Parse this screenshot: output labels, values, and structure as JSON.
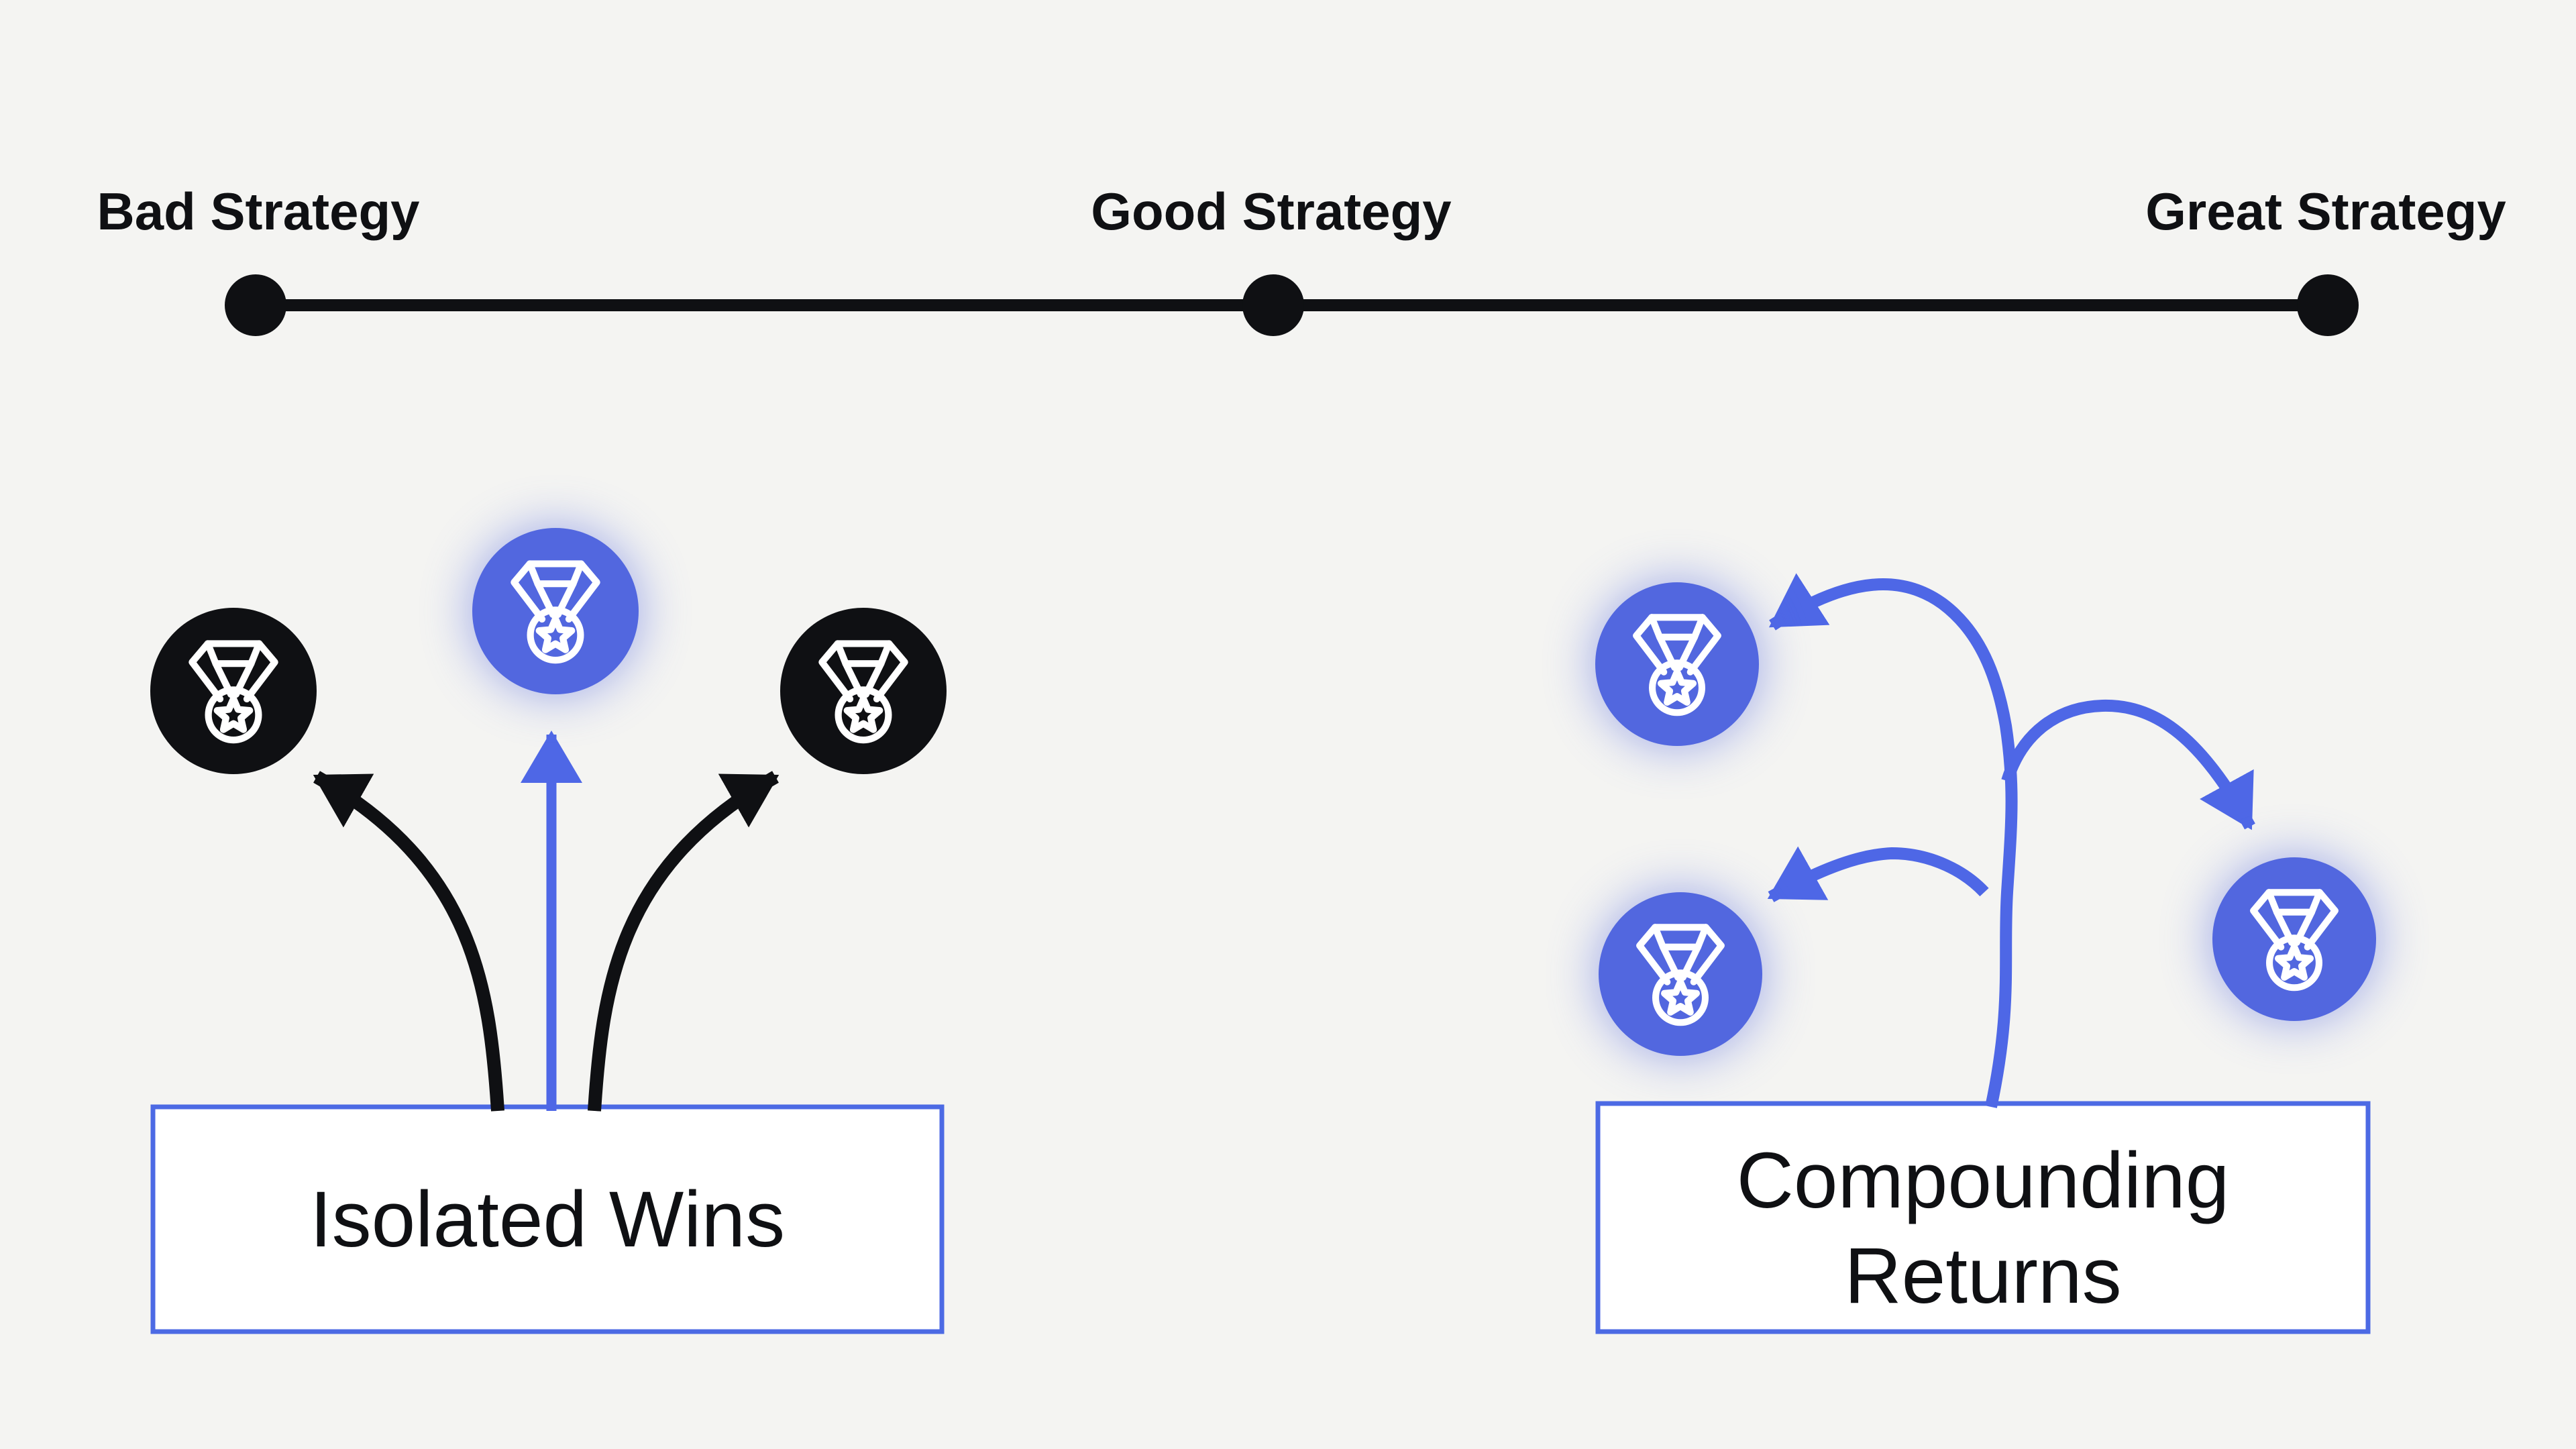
{
  "colors": {
    "background": "#f4f4f2",
    "ink": "#0f1013",
    "accent": "#5267df",
    "accent_bright": "#4e67e6",
    "box_border": "#4c6ae4",
    "box_fill": "#ffffff",
    "icon_stroke": "#ffffff"
  },
  "spectrum": {
    "labels": [
      {
        "text": "Bad Strategy"
      },
      {
        "text": "Good Strategy"
      },
      {
        "text": "Great Strategy"
      }
    ]
  },
  "left_group": {
    "label": "Isolated Wins",
    "medal_variants": [
      "black",
      "blue",
      "black"
    ],
    "arrow_style": "diverging"
  },
  "right_group": {
    "label_line1": "Compounding",
    "label_line2": "Returns",
    "medal_variants": [
      "blue",
      "blue",
      "blue"
    ],
    "arrow_style": "branching"
  },
  "icons": {
    "medal": "medal-star-icon"
  }
}
